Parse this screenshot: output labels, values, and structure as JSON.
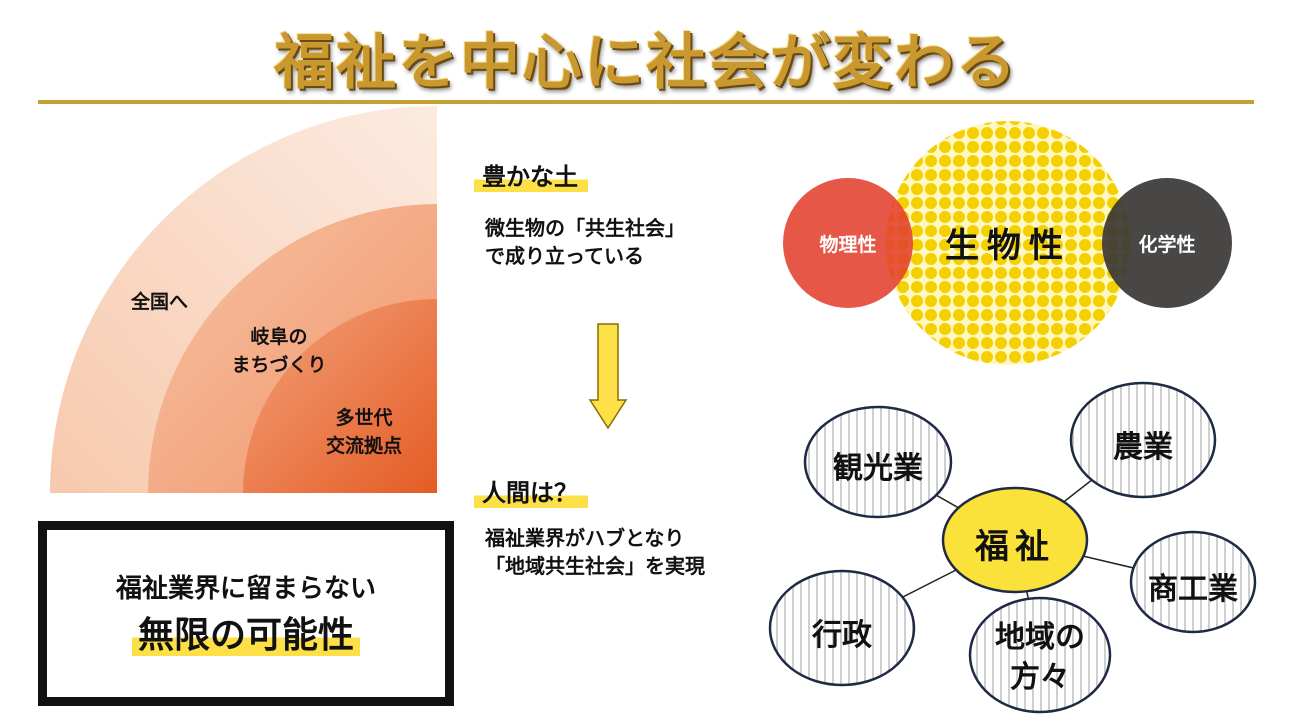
{
  "title": "福祉を中心に社会が変わる",
  "arcs": {
    "outer": "全国へ",
    "middle_line1": "岐阜の",
    "middle_line2": "まちづくり",
    "inner_line1": "多世代",
    "inner_line2": "交流拠点"
  },
  "box": {
    "line1": "福祉業界に留まらない",
    "line2": "無限の可能性"
  },
  "soil": {
    "heading": "豊かな土",
    "text_line1": "微生物の「共生社会」",
    "text_line2": "で成り立っている"
  },
  "human": {
    "heading": "人間は？",
    "text_line1": "福祉業界がハブとなり",
    "text_line2": "「地域共生社会」を実現"
  },
  "venn": {
    "left": "物理性",
    "center": "生物性",
    "right": "化学性"
  },
  "hub": {
    "center": "福祉",
    "nodes": {
      "tourism": "観光業",
      "agriculture": "農業",
      "commerce": "商工業",
      "community_line1": "地域の",
      "community_line2": "方々",
      "administration": "行政"
    }
  },
  "colors": {
    "title_gold": "#c9992f",
    "highlight_yellow": "#fde047",
    "arc_outer": "#fae3d6",
    "arc_inner": "#e8652a",
    "physical_red": "#e2402d",
    "chemical_dark": "#3a3735",
    "biological_yellow": "#f5d000",
    "hub_yellow": "#fbe23a"
  }
}
